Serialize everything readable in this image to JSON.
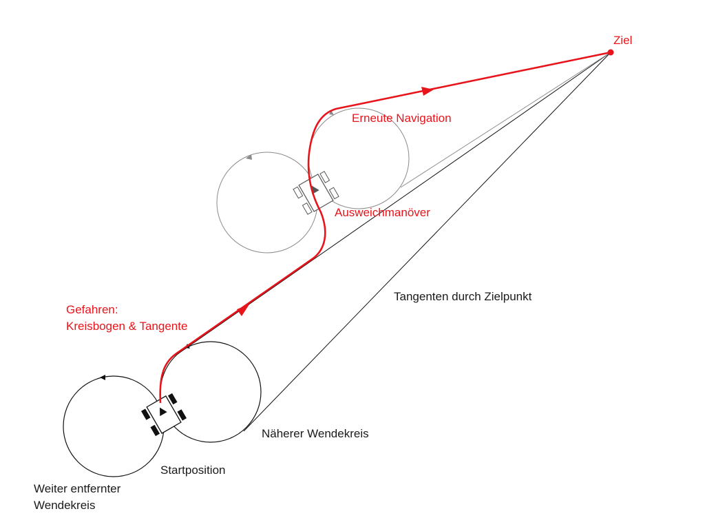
{
  "labels": {
    "goal": "Ziel",
    "renav": "Erneute Navigation",
    "evasive": "Ausweichmanöver",
    "tangents": "Tangenten durch Zielpunkt",
    "driven_line1": "Gefahren:",
    "driven_line2": "Kreisbogen & Tangente",
    "nearer_circle": "Näherer Wendekreis",
    "start": "Startposition",
    "farther_line1": "Weiter entfernter",
    "farther_line2": "Wendekreis"
  },
  "colors": {
    "path": "#e8141b",
    "line": "#111111",
    "faded": "#8a8a8a"
  }
}
